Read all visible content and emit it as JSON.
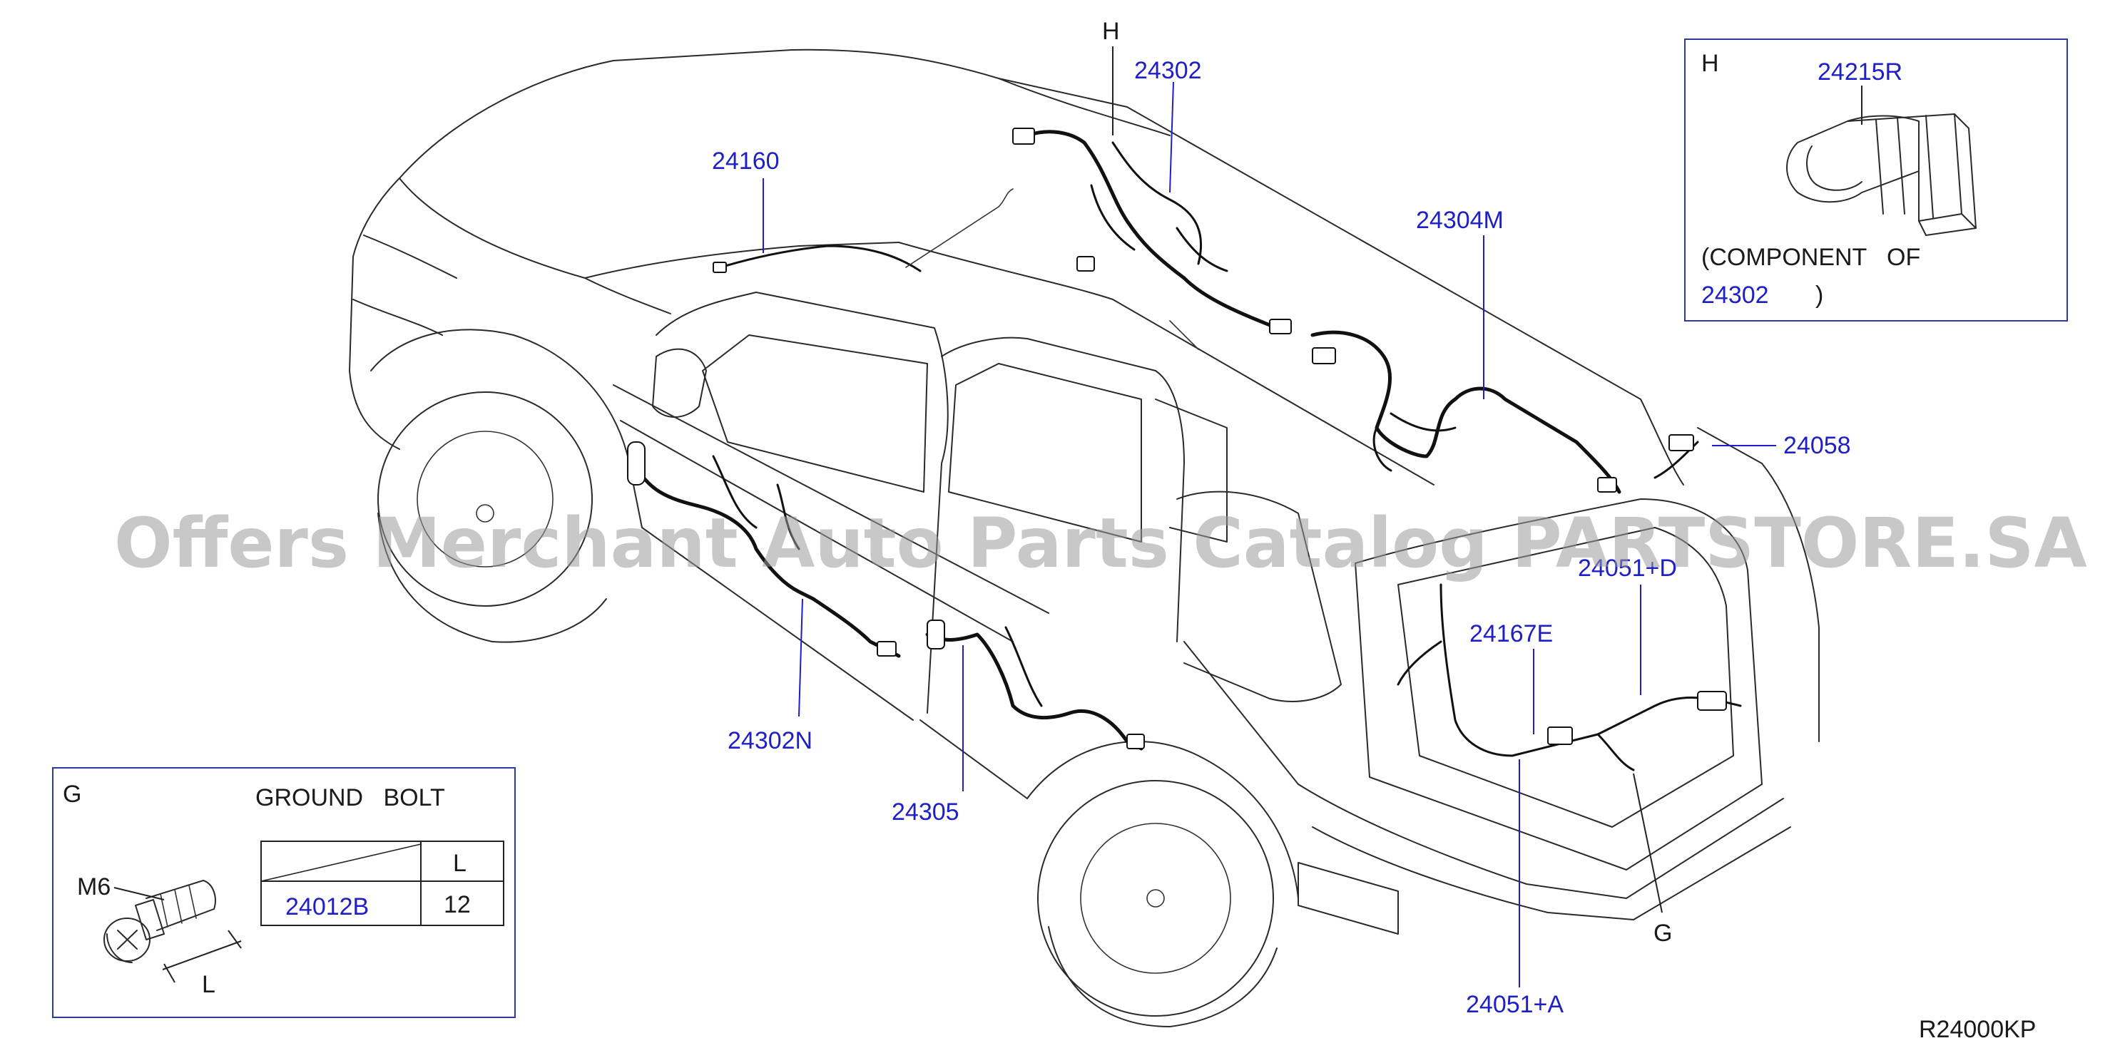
{
  "diagram_code": "R24000KP",
  "watermark": "Offers Merchant Auto Parts Catalog PARTSTORE.SA",
  "colors": {
    "part_number": "#1f1fc8",
    "line": "#2a2a2a",
    "watermark": "#9a9a9a",
    "inset_border": "#2b3a9e"
  },
  "callouts": {
    "h_letter": "H",
    "p24302": "24302",
    "p24160": "24160",
    "p24304M": "24304M",
    "p24058": "24058",
    "p24051D": "24051+D",
    "p24167E": "24167E",
    "p24302N": "24302N",
    "p24305": "24305",
    "g_letter": "G",
    "p24051A": "24051+A"
  },
  "inset_h": {
    "letter": "H",
    "part": "24215R",
    "note_line1": "(COMPONENT   OF",
    "note_part": "24302",
    "note_close": ")"
  },
  "inset_g": {
    "letter": "G",
    "title": "GROUND   BOLT",
    "thread_label": "M6",
    "length_label": "L",
    "table": {
      "header_right": "L",
      "part": "24012B",
      "length_value": "12"
    }
  }
}
